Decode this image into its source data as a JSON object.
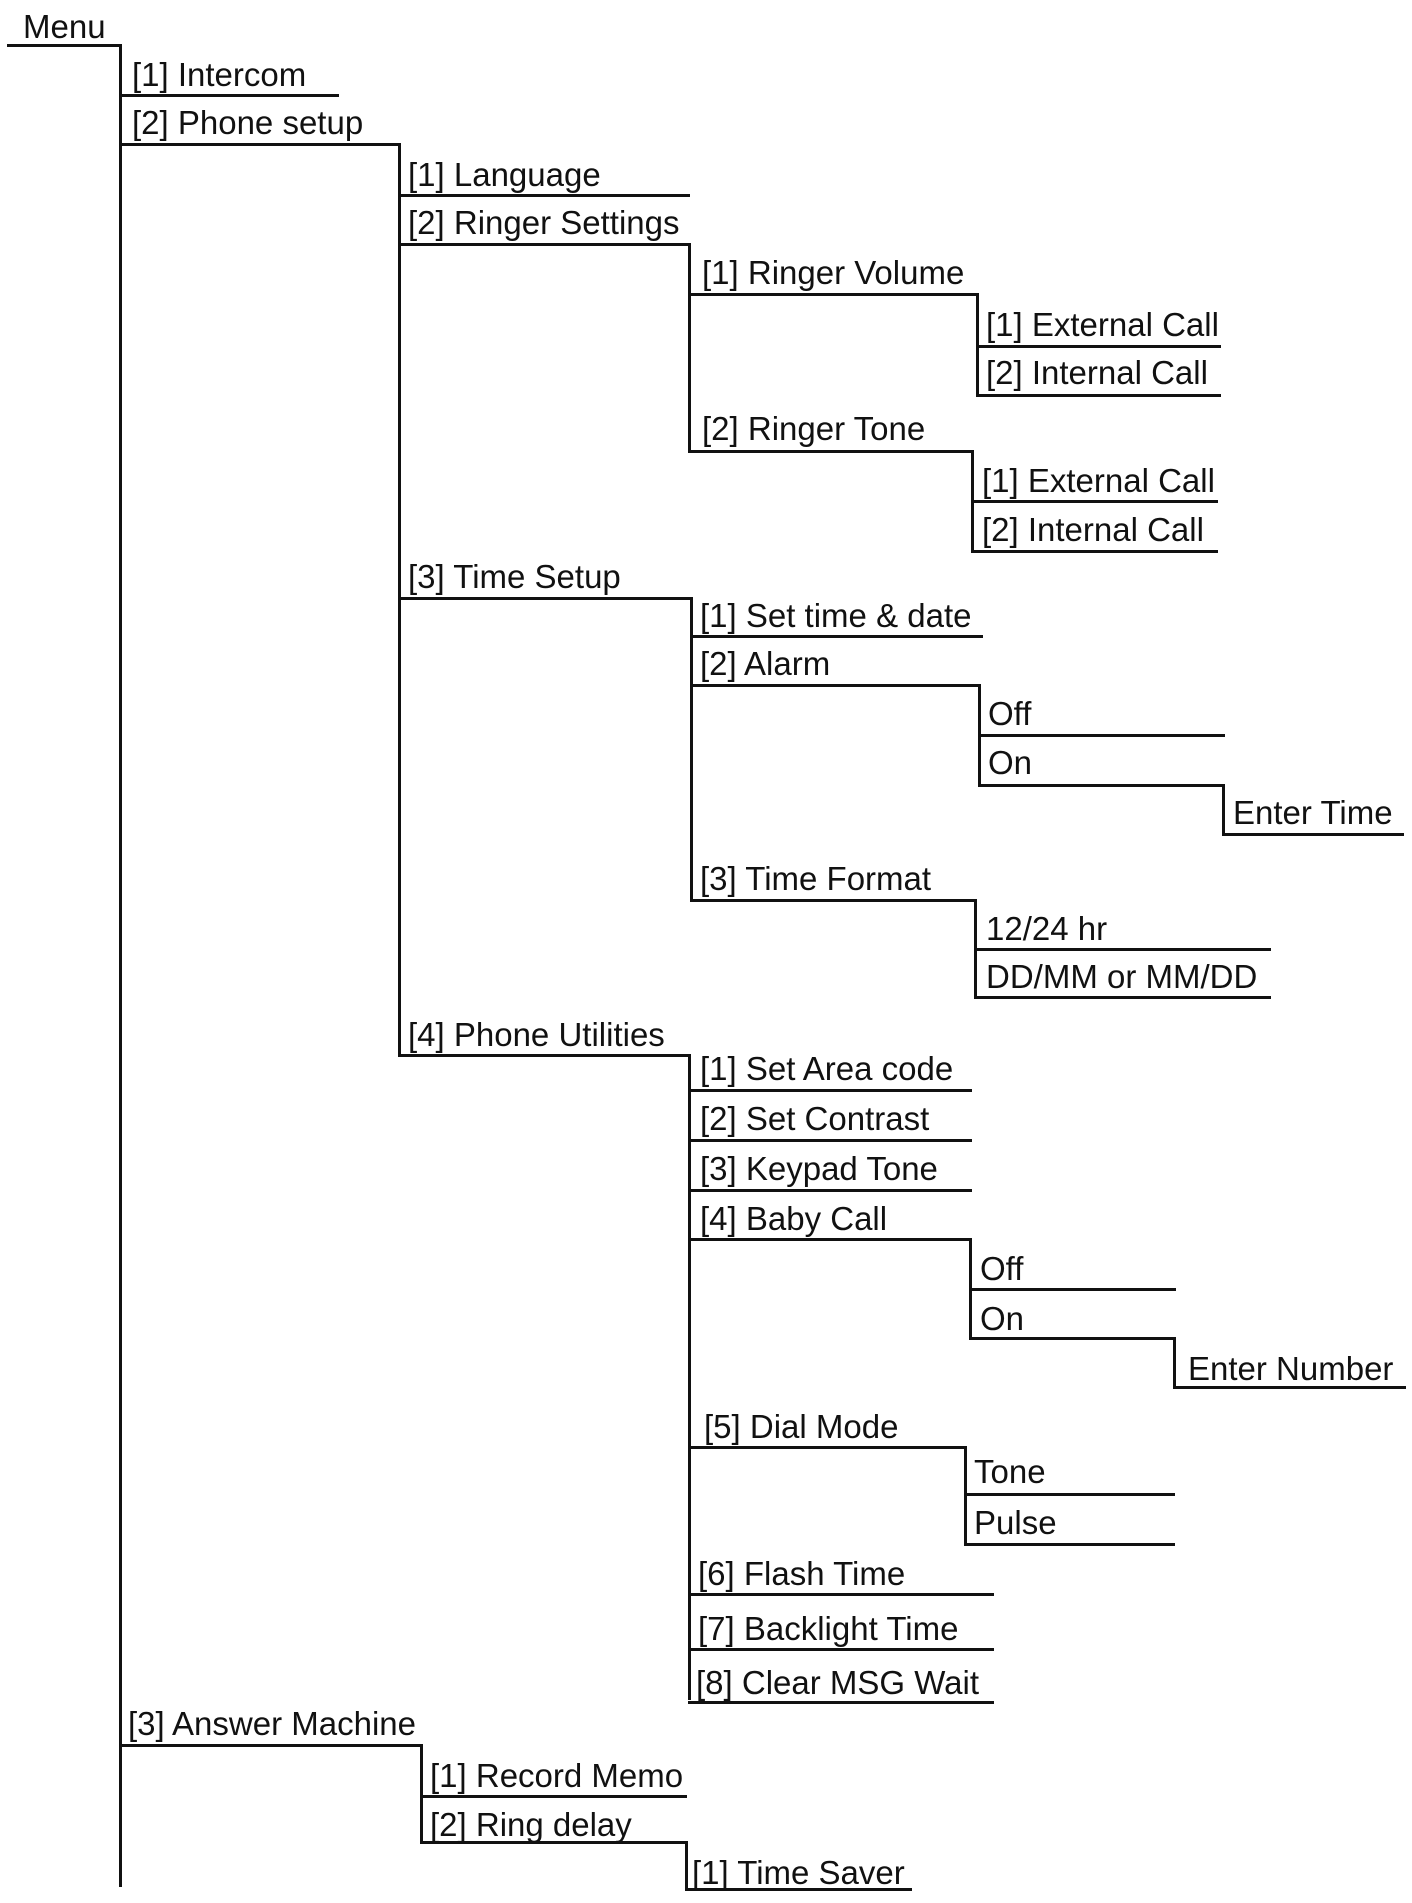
{
  "menu_tree": {
    "root": "Menu",
    "intercom": "[1] Intercom",
    "phone_setup": {
      "label": "[2] Phone setup",
      "language": "[1] Language",
      "ringer_settings": {
        "label": "[2] Ringer Settings",
        "ringer_volume": {
          "label": "[1] Ringer Volume",
          "external_call": "[1] External Call",
          "internal_call": "[2] Internal Call"
        },
        "ringer_tone": {
          "label": "[2] Ringer Tone",
          "external_call": "[1] External Call",
          "internal_call": "[2] Internal Call"
        }
      },
      "time_setup": {
        "label": "[3] Time Setup",
        "set_time_date": "[1] Set time & date",
        "alarm": {
          "label": "[2] Alarm",
          "off": "Off",
          "on": "On",
          "enter_time": "Enter Time"
        },
        "time_format": {
          "label": "[3] Time Format",
          "hour_format": "12/24 hr",
          "date_format": "DD/MM or MM/DD"
        }
      },
      "phone_utilities": {
        "label": "[4] Phone Utilities",
        "set_area_code": "[1] Set Area code",
        "set_contrast": "[2] Set Contrast",
        "keypad_tone": "[3] Keypad Tone",
        "baby_call": {
          "label": "[4] Baby Call",
          "off": "Off",
          "on": "On",
          "enter_number": "Enter Number"
        },
        "dial_mode": {
          "label": "[5] Dial Mode",
          "tone": "Tone",
          "pulse": "Pulse"
        },
        "flash_time": "[6] Flash Time",
        "backlight_time": "[7] Backlight Time",
        "clear_msg_wait": "[8] Clear MSG Wait"
      }
    },
    "answer_machine": {
      "label": "[3] Answer Machine",
      "record_memo": "[1] Record Memo",
      "ring_delay": {
        "label": "[2] Ring delay",
        "time_saver": "[1] Time Saver"
      }
    }
  }
}
